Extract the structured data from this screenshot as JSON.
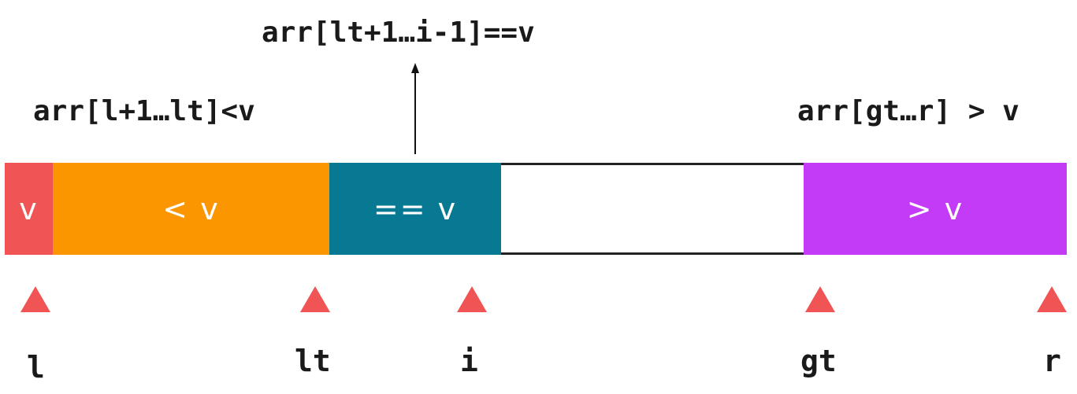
{
  "annotations": {
    "equal_range": "arr[lt+1…i-1]==v",
    "less_range": "arr[l+1…lt]<v",
    "greater_range": "arr[gt…r] > v"
  },
  "segments": {
    "pivot": {
      "label": "v",
      "color": "#f05454"
    },
    "less": {
      "label": "< v",
      "color": "#fb9500"
    },
    "equal": {
      "label": "== v",
      "color": "#087992"
    },
    "unknown": {
      "label": "",
      "color": "#ffffff"
    },
    "greater": {
      "label": "> v",
      "color": "#c33bf7"
    }
  },
  "markers": {
    "color": "#f05454",
    "shape": "triangle-up"
  },
  "indices": {
    "l": "l",
    "lt": "lt",
    "i": "i",
    "gt": "gt",
    "r": "r"
  }
}
